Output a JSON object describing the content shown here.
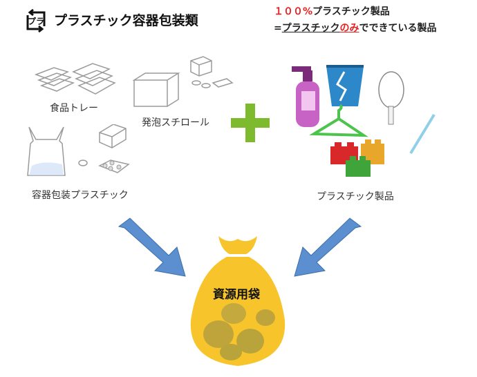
{
  "header": {
    "title": "プラスチック容器包装類",
    "logo_text": "プラ",
    "logo_icon": "recycle-pura-mark-icon"
  },
  "note": {
    "line1_red": "１００%",
    "line1_black": "プラスチック製品",
    "line2_eq": "=",
    "line2_underline_a": "プラスチック",
    "line2_underline_red": "のみ",
    "line2_rest": "でできている製品"
  },
  "labels": {
    "food_tray": "食品トレー",
    "styrofoam": "発泡スチロール",
    "container_plastic": "容器包装プラスチック",
    "plastic_products": "プラスチック製品",
    "resource_bag": "資源用袋"
  },
  "colors": {
    "plus": "#7dba2e",
    "arrow": "#5b8fcf",
    "bag": "#f7c52b",
    "red_text": "#e81e1e"
  }
}
